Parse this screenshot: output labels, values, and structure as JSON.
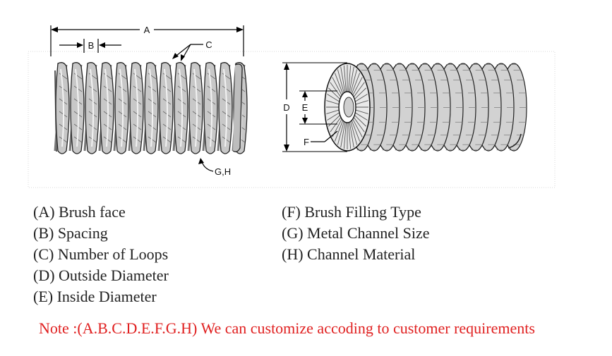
{
  "diagram": {
    "dimension_labels": {
      "a": "A",
      "b": "B",
      "c": "C",
      "d": "D",
      "e": "E",
      "f": "F",
      "gh": "G,H"
    }
  },
  "legend": {
    "left": [
      "(A) Brush face",
      "(B) Spacing",
      "(C) Number of Loops",
      "(D) Outside Diameter",
      "(E) Inside Diameter"
    ],
    "right": [
      "(F) Brush Filling Type",
      "(G) Metal Channel Size",
      "(H) Channel Material"
    ]
  },
  "note": "Note :(A.B.C.D.E.F.G.H) We can customize accoding to customer requirements"
}
